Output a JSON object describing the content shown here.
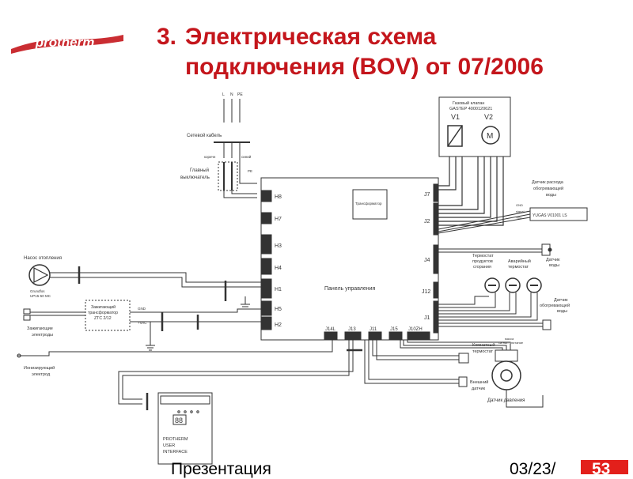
{
  "logo": {
    "text": "protherm",
    "color": "#c4161c"
  },
  "title": {
    "number": "3.",
    "line1": "Электрическая схема",
    "line2": "подключения (BOV) от 07/2006"
  },
  "footer": {
    "left": "Презентация",
    "date": "03/23/",
    "page": "53"
  },
  "accent_color": "#c4161c",
  "diagram": {
    "terminals_top": [
      "L",
      "N",
      "PE"
    ],
    "cable_label": "Сетевой кабель",
    "wire_colors": {
      "left": "коричн",
      "right": "синий",
      "pe": "PE"
    },
    "main_switch": "Главный\nвыключатель",
    "board_label": "Панель управления",
    "transformer_box": "Трансформатор",
    "left_connectors": [
      "H8",
      "H7",
      "H3",
      "H4",
      "H1",
      "H5",
      "H2"
    ],
    "right_connectors": [
      "J7",
      "J2",
      "J4",
      "J12",
      "J1"
    ],
    "bottom_connectors": [
      "J14L",
      "J13",
      "J11",
      "J15",
      "J10ZH"
    ],
    "gas_valve": {
      "label": "Газовый клапан\nGASTEP 4000120621",
      "v1": "V1",
      "v2": "V2",
      "motor": "M"
    },
    "flow_sensor": {
      "label": "Датчик расхода\nобогревающей\nводы",
      "module": "YUGAS V01001 LS"
    },
    "flow_pins": [
      "GND",
      "signal",
      "+5V"
    ],
    "water_sensor": "Датчик\nводы",
    "exhaust_thermo": "Термостат\nпродуктов\nсгорания",
    "emergency_thermo": "Аварийный\nтермостат",
    "heating_water_sensor": "Датчик\nобогревающей\nводы",
    "pump": {
      "label": "Насос отопления",
      "model": "Grundfos\nUP15-50 MC"
    },
    "ignition_trans": {
      "label": "Зажигающий\nтрансформатор\nZTC 2/12",
      "gnd": "GND",
      "vac": "+VAC"
    },
    "electrodes": "Зажигающие\nэлектроды",
    "ionizing": "Ионизирующий\nэлектрод",
    "room_thermo": "Комнатный\nтермостат",
    "outdoor_sensor": "Внешний\nдатчик",
    "pressure_sensor": "Датчик давления",
    "pressure_pins": [
      "сигнал",
      "масса",
      "питание"
    ],
    "interface": {
      "display": "88",
      "label": "PROTHERM\nUSER\nINTERFACE"
    }
  }
}
